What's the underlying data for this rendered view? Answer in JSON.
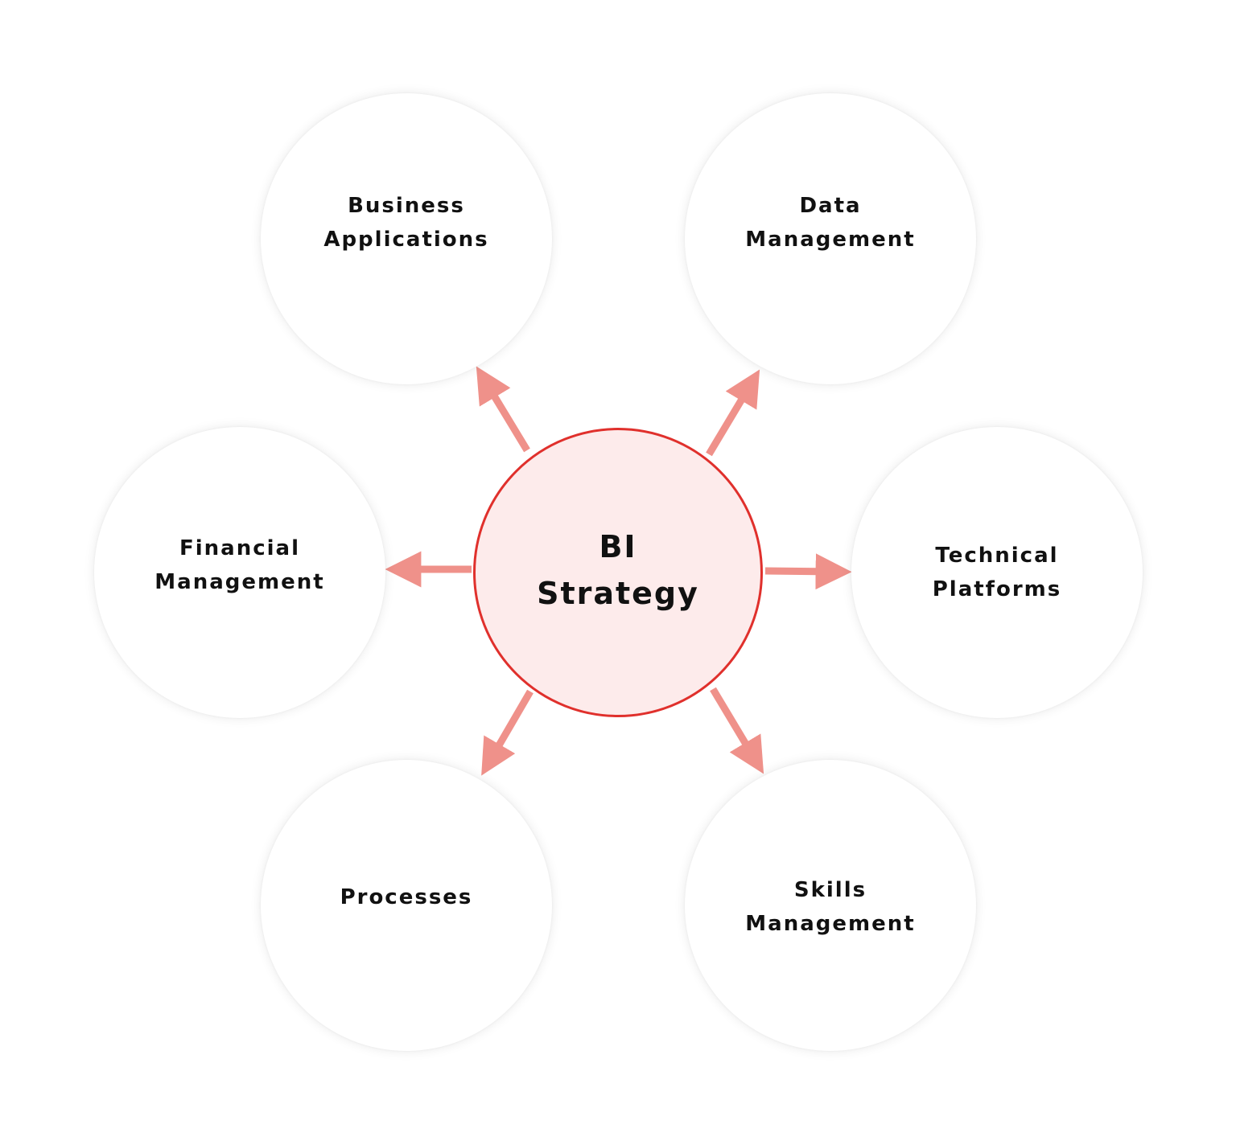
{
  "center": {
    "line1": "BI",
    "line2": "Strategy"
  },
  "nodes": {
    "business": {
      "line1": "Business",
      "line2": "Applications"
    },
    "data": {
      "line1": "Data",
      "line2": "Management"
    },
    "financial": {
      "line1": "Financial",
      "line2": "Management"
    },
    "technical": {
      "line1": "Technical",
      "line2": "Platforms"
    },
    "processes": {
      "line1": "Processes"
    },
    "skills": {
      "line1": "Skills",
      "line2": "Management"
    }
  },
  "colors": {
    "arrow": "#ef918a",
    "center_border": "#e0302c",
    "center_fill": "#fdebeb"
  }
}
